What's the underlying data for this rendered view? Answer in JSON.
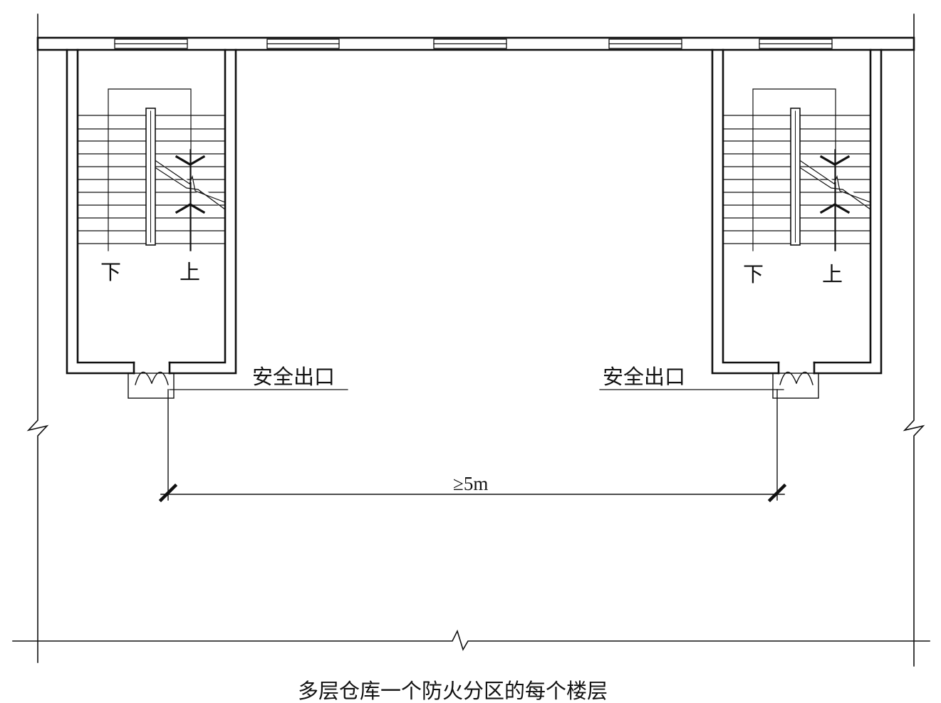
{
  "labels": {
    "exit_left": "安全出口",
    "exit_right": "安全出口",
    "down_left": "下",
    "up_left": "上",
    "down_right": "下",
    "up_right": "上",
    "dimension": "≥5m",
    "caption": "多层仓库一个防火分区的每个楼层"
  },
  "colors": {
    "line": "#111111",
    "background": "#ffffff"
  }
}
